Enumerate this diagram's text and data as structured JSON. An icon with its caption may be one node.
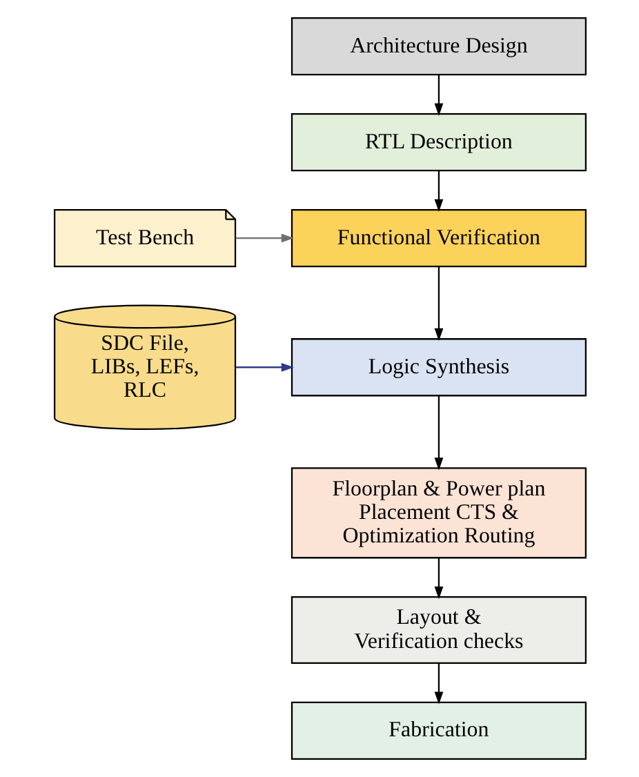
{
  "diagram": {
    "nodes": [
      {
        "text": [
          "Architecture Design"
        ]
      },
      {
        "text": [
          "RTL Description"
        ]
      },
      {
        "text": [
          "Test Bench"
        ]
      },
      {
        "text": [
          "Functional Verification"
        ]
      },
      {
        "text": [
          "SDC File, LIBs, LEFs, RLC"
        ]
      },
      {
        "text": [
          "Logic Synthesis"
        ]
      },
      {
        "text": [
          "Floorplan & Power plan Placement CTS & Optimization Routing"
        ]
      },
      {
        "text": [
          "Layout & Verification checks"
        ]
      },
      {
        "text": [
          "Fabrication"
        ]
      }
    ],
    "edges": [
      {
        "from": 0,
        "to": 1,
        "arrow": "to"
      },
      {
        "from": 1,
        "to": 3,
        "arrow": "to"
      },
      {
        "from": 2,
        "to": 3,
        "arrow": "to",
        "color": "#707070"
      },
      {
        "from": 3,
        "to": 5,
        "arrow": "to"
      },
      {
        "from": 4,
        "to": 5,
        "arrow": "to",
        "color": "#2e3a8c"
      },
      {
        "from": 5,
        "to": 6,
        "arrow": "to"
      },
      {
        "from": 6,
        "to": 7,
        "arrow": "to"
      },
      {
        "from": 7,
        "to": 8,
        "arrow": "to"
      }
    ]
  }
}
